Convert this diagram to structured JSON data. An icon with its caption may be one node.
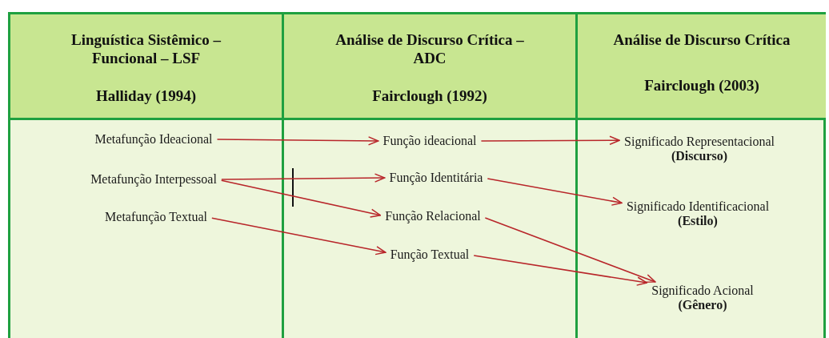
{
  "diagram": {
    "nodes": [
      {
        "text": [
          "Linguística Sistêmico – Funcional – LSF",
          "Halliday (1994)"
        ]
      },
      {
        "text": [
          "Análise de Discurso Crítica – ADC",
          "Fairclough (1992)"
        ]
      },
      {
        "text": [
          "Análise de Discurso Crítica",
          "Fairclough (2003)"
        ]
      },
      {
        "text": [
          "Metafunção Ideacional"
        ]
      },
      {
        "text": [
          "Metafunção Interpessoal"
        ]
      },
      {
        "text": [
          "Metafunção Textual"
        ]
      },
      {
        "text": [
          "Função ideacional"
        ]
      },
      {
        "text": [
          "Função Identitária"
        ]
      },
      {
        "text": [
          "Função Relacional"
        ]
      },
      {
        "text": [
          "Função Textual"
        ]
      },
      {
        "text": [
          "Significado Representacional",
          "(Discurso)"
        ]
      },
      {
        "text": [
          "Significado Identificacional",
          "(Estilo)"
        ]
      },
      {
        "text": [
          "Significado Acional",
          "(Gênero)"
        ]
      }
    ],
    "edges": [
      {
        "from": 3,
        "to": 6,
        "arrow": "to"
      },
      {
        "from": 4,
        "to": 7,
        "arrow": "to"
      },
      {
        "from": 4,
        "to": 8,
        "arrow": "to"
      },
      {
        "from": 5,
        "to": 9,
        "arrow": "to"
      },
      {
        "from": 6,
        "to": 10,
        "arrow": "to"
      },
      {
        "from": 7,
        "to": 11,
        "arrow": "to"
      },
      {
        "from": 8,
        "to": 12,
        "arrow": "to"
      },
      {
        "from": 9,
        "to": 12,
        "arrow": "to"
      }
    ]
  }
}
